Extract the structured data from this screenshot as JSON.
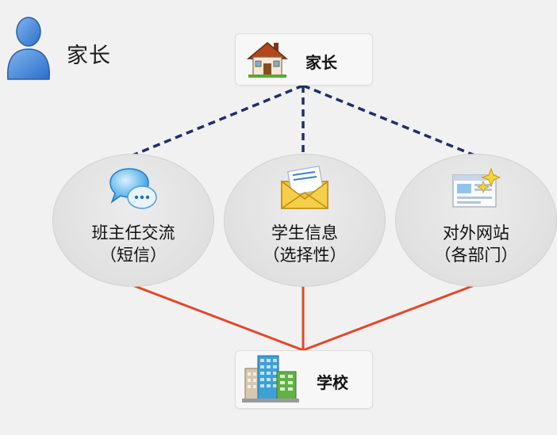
{
  "header": {
    "label": "家长"
  },
  "top_box": {
    "label": "家长",
    "icon": "house-icon"
  },
  "bottom_box": {
    "label": "学校",
    "icon": "building-icon"
  },
  "channels": [
    {
      "line1": "班主任交流",
      "line2": "（短信）",
      "icon": "chat-bubbles-icon"
    },
    {
      "line1": "学生信息",
      "line2": "（选择性）",
      "icon": "envelope-icon"
    },
    {
      "line1": "对外网站",
      "line2": "（各部门）",
      "icon": "website-icon"
    }
  ],
  "colors": {
    "dashed_line": "#1f2f66",
    "solid_line": "#e2482a",
    "person": "#3d7fd6"
  }
}
